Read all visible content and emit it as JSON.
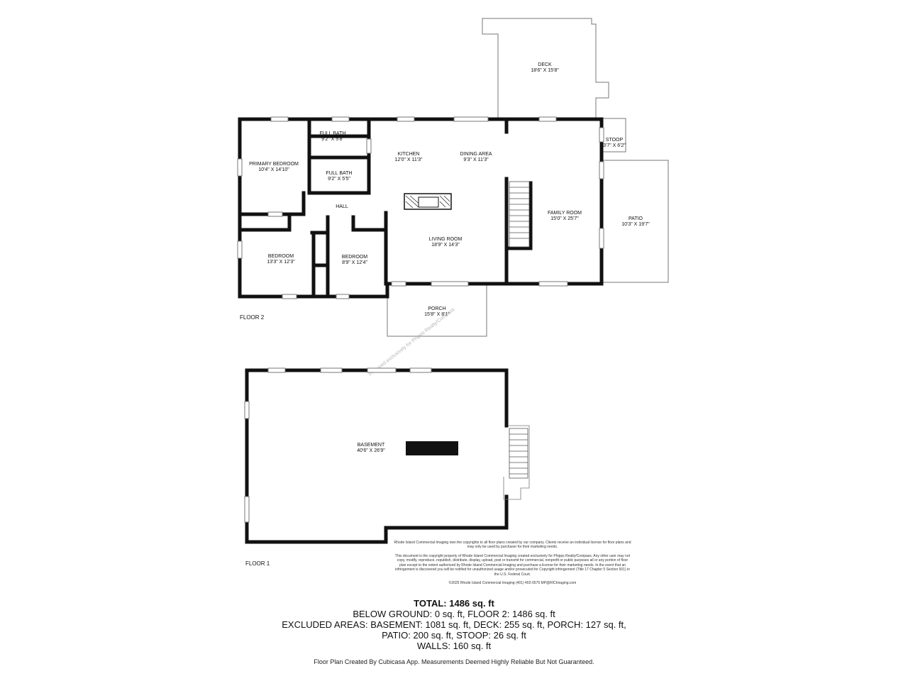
{
  "floor2": {
    "label": "FLOOR 2",
    "rooms": {
      "deck": {
        "name": "DECK",
        "dims": "18'6\" X 15'8\""
      },
      "full_bath_1": {
        "name": "FULL BATH",
        "dims": "9'2\" X 5'8\""
      },
      "primary_bedroom": {
        "name": "PRIMARY BEDROOM",
        "dims": "10'4\" X 14'10\""
      },
      "full_bath_2": {
        "name": "FULL BATH",
        "dims": "9'2\" X 5'5\""
      },
      "kitchen": {
        "name": "KITCHEN",
        "dims": "12'0\" X 11'3\""
      },
      "dining_area": {
        "name": "DINING AREA",
        "dims": "9'3\" X 11'3\""
      },
      "stoop": {
        "name": "STOOP",
        "dims": "3'7\" X 6'2\""
      },
      "hall": {
        "name": "HALL"
      },
      "family_room": {
        "name": "FAMILY ROOM",
        "dims": "15'0\" X 25'7\""
      },
      "patio": {
        "name": "PATIO",
        "dims": "10'3\" X 19'7\""
      },
      "living_room": {
        "name": "LIVING ROOM",
        "dims": "18'9\" X 14'3\""
      },
      "bedroom_1": {
        "name": "BEDROOM",
        "dims": "13'3\" X 12'3\""
      },
      "bedroom_2": {
        "name": "BEDROOM",
        "dims": "8'9\" X 12'4\""
      },
      "porch": {
        "name": "PORCH",
        "dims": "15'8\" X 8'1\""
      }
    }
  },
  "floor1": {
    "label": "FLOOR 1",
    "rooms": {
      "basement": {
        "name": "BASEMENT",
        "dims": "40'6\" X 26'9\""
      }
    }
  },
  "watermark": "Prepared exclusively for Phipps Realty/Compass",
  "copyright": {
    "p1": "Rhode Island Commercial Imaging own the copyrights to all floor plans created by our company. Clients receive an individual license for floor plans and may only be used by purchaser for their marketing needs.",
    "p2": "This document is the copyright property of Rhode Island Commercial Imaging created exclusively for Phipps Realty/Compass. Any other user may not copy, modify, reproduce, republish, distribute, display, upload, post or transmit for commercial, nonprofit or public purposes all or any portion of floor plan except to the extent authorized by Rhode Island Commercial Imaging and purchase a license for their marketing needs. In the event that an infringement is discovered you will be notified for unauthorized usage and/or prosecuted for Copyright infringement (Title 17 Chapter 5 Section 501) in the U.S. Federal Court.",
    "p3": "©2025 Rhode Island Commercial Imaging (401) 402-0575 MP@RICImaging.com"
  },
  "totals": {
    "total": "TOTAL: 1486 sq. ft",
    "below": "BELOW GROUND: 0 sq. ft, FLOOR 2: 1486 sq. ft",
    "excluded_1": "EXCLUDED AREAS: BASEMENT: 1081 sq. ft, DECK: 255 sq. ft, PORCH: 127 sq. ft,",
    "excluded_2": "PATIO: 200 sq. ft, STOOP: 26 sq. ft",
    "walls": "WALLS: 160 sq. ft"
  },
  "footer": "Floor Plan Created By Cubicasa App. Measurements Deemed Highly Reliable But Not Guaranteed."
}
